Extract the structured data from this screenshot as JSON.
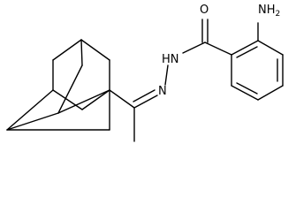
{
  "molecule": {
    "atom_labels": {
      "carbonyl_oxygen": "O",
      "amine": "NH",
      "amine_subscript": "2",
      "hydrazide_nh": "HN",
      "imine_n": "N"
    },
    "colors": {
      "bond": "#000000",
      "label": "#000000",
      "background": "#ffffff"
    }
  }
}
